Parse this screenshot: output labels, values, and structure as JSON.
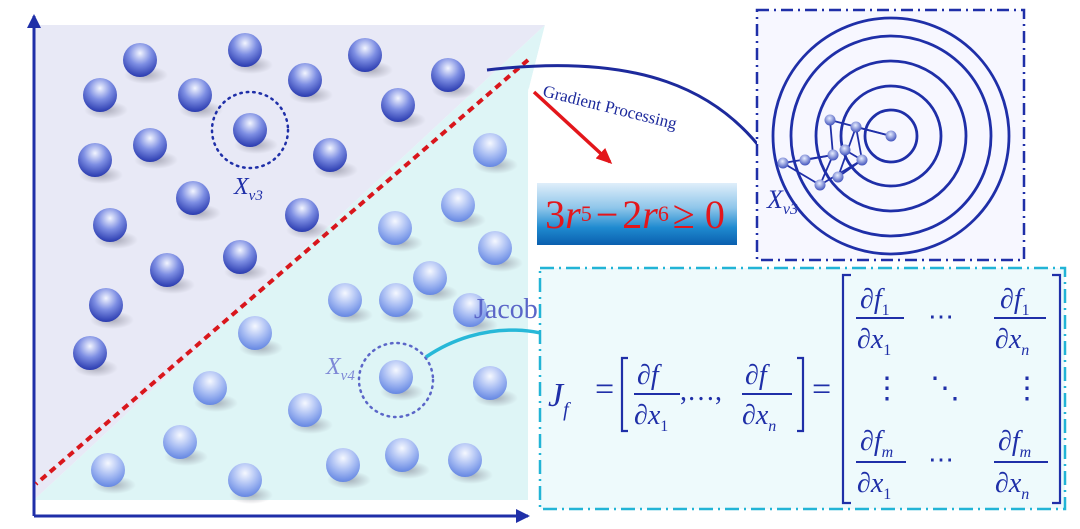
{
  "labels": {
    "xv3_main": {
      "base": "X",
      "sub": "v3"
    },
    "xv4": {
      "base": "X",
      "sub": "v4"
    },
    "xv3_zoom": {
      "base": "X",
      "sub": "v3"
    },
    "gradient": "Gradient Processing",
    "jacobian": "Jacobian"
  },
  "inequality": {
    "c1": "3",
    "v1": "r",
    "s1": "5",
    "op": "−",
    "c2": "2",
    "v2": "r",
    "s2": "6",
    "rel": "≥ 0"
  },
  "jacobian_formula": {
    "lhs": "J",
    "lhs_sub": "f",
    "eq": "=",
    "partial": "∂",
    "f": "f",
    "fm_sub": "m",
    "f1_sub": "1",
    "x": "x",
    "x1_sub": "1",
    "xn_sub": "n",
    "dots_h": "⋯",
    "dots_v": "⋮",
    "dots_d": "⋱",
    "sep": ",…,"
  },
  "colors": {
    "upper_region": "#e8e9f6",
    "lower_region": "#def5f6",
    "separator": "#d9161c",
    "axis": "#1f2fa8",
    "zoom_frame": "#1f2fa8",
    "jacobian_frame": "#22b4d6",
    "jacobian_arrow": "#27b8d8",
    "gradient_arrow": "#1d2a9c",
    "red_arrow": "#e3161b"
  }
}
